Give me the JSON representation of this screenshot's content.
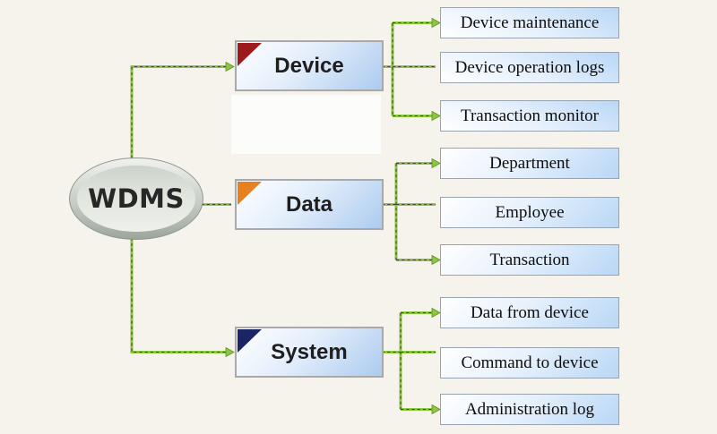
{
  "colors": {
    "background": "#f5f3ec",
    "connector_green": "#8dc63f",
    "connector_dash": "#3e4637",
    "node_fill_light": "#e7f1fc",
    "node_fill_blue": "#b9d7f6"
  },
  "root": {
    "label": "WDMS"
  },
  "branches": [
    {
      "label": "Device",
      "corner_color": "#9e191c",
      "children": [
        "Device maintenance",
        "Device operation logs",
        "Transaction monitor"
      ]
    },
    {
      "label": "Data",
      "corner_color": "#e8801f",
      "children": [
        "Department",
        "Employee",
        "Transaction"
      ]
    },
    {
      "label": "System",
      "corner_color": "#1c2563",
      "children": [
        "Data from device",
        "Command to device",
        "Administration log"
      ]
    }
  ]
}
